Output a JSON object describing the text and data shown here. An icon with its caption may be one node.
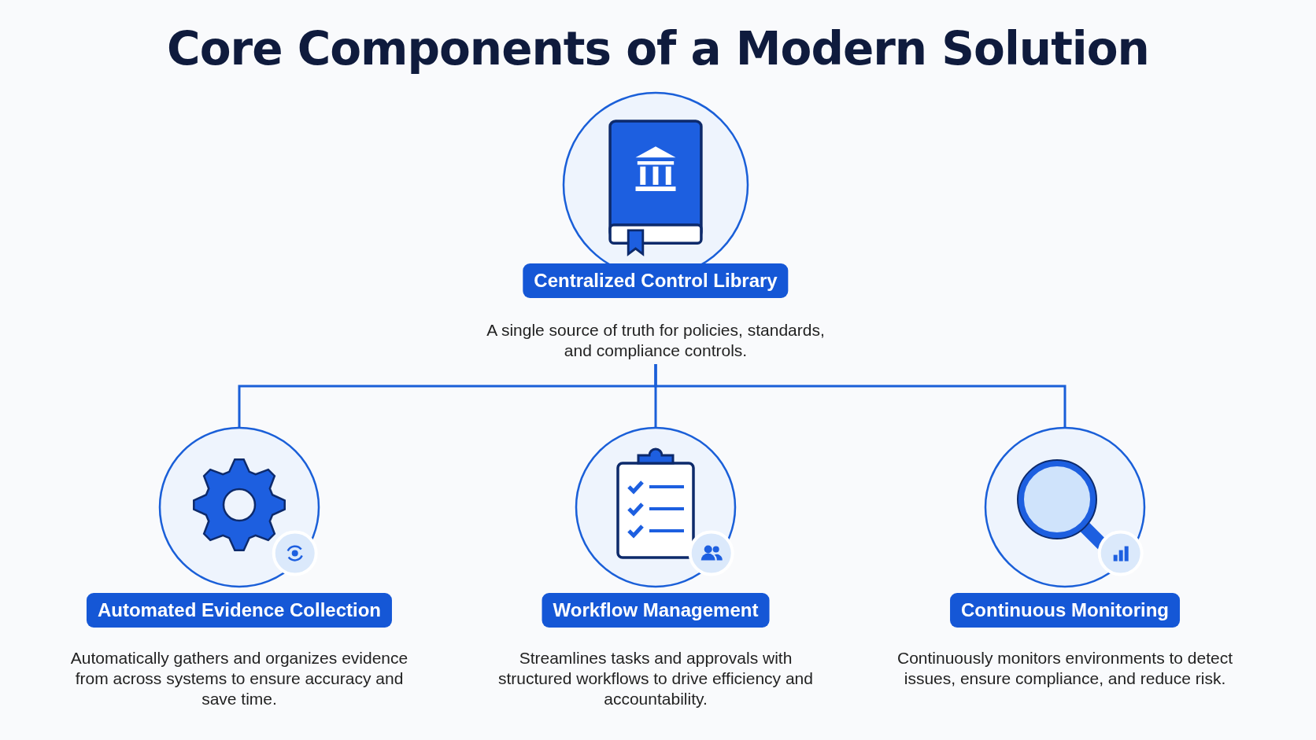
{
  "diagram": {
    "title": "Core Components of a Modern Solution",
    "nodes": [
      {
        "text": [
          "Centralized Control Library",
          "A single source of truth for policies, standards, and compliance controls."
        ]
      },
      {
        "text": [
          "Automated Evidence Collection",
          "Automatically gathers and organizes evidence from across systems to ensure accuracy and save time."
        ]
      },
      {
        "text": [
          "Workflow Management",
          "Streamlines tasks and approvals with structured workflows to drive efficiency and accountability."
        ]
      },
      {
        "text": [
          "Continuous Monitoring",
          "Continuously monitors environments to detect issues, ensure compliance, and reduce risk."
        ]
      }
    ],
    "edges": [
      {
        "from": 0,
        "to": 1,
        "arrow": "none"
      },
      {
        "from": 0,
        "to": 2,
        "arrow": "none"
      },
      {
        "from": 0,
        "to": 3,
        "arrow": "none"
      }
    ]
  }
}
